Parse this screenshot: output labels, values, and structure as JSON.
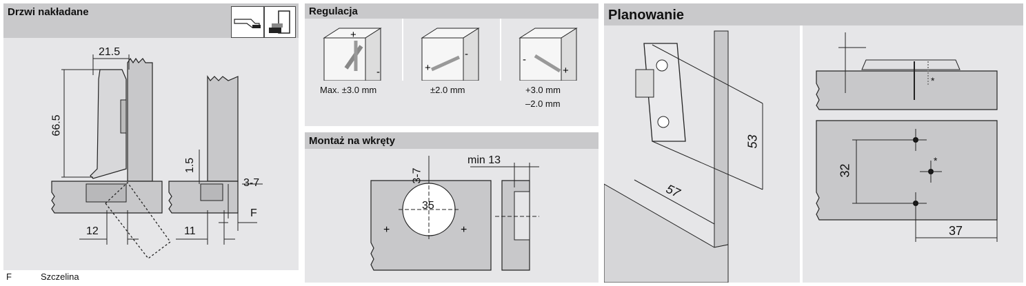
{
  "panels": {
    "overlay": {
      "title": "Drzwi nakładane",
      "dims": {
        "width": "21.5",
        "height": "66.5",
        "bottom_left": "12",
        "bottom_mid": "11",
        "gap_v": "1.5",
        "gap_range": "3-7",
        "gap_label": "F"
      },
      "legend": {
        "key": "F",
        "value": "Szczelina"
      }
    },
    "adjustment": {
      "title": "Regulacja",
      "items": [
        {
          "label": "Max. ±3.0 mm"
        },
        {
          "label": "±2.0 mm"
        },
        {
          "label": "+3.0 mm",
          "label2": "–2.0 mm"
        }
      ]
    },
    "screw_mount": {
      "title": "Montaż na wkręty",
      "dims": {
        "depth": "3-7",
        "diameter": "35",
        "min": "min 13"
      }
    },
    "planning": {
      "title": "Planowanie",
      "dims": {
        "height": "53",
        "width": "57",
        "spacing": "32",
        "offset": "37",
        "marker": "*"
      }
    }
  },
  "colors": {
    "panel_bg": "#e6e6e8",
    "header_bg": "#c9c9cb",
    "part_fill": "#c8c8ca",
    "line": "#222222",
    "white": "#f6f6f6"
  }
}
